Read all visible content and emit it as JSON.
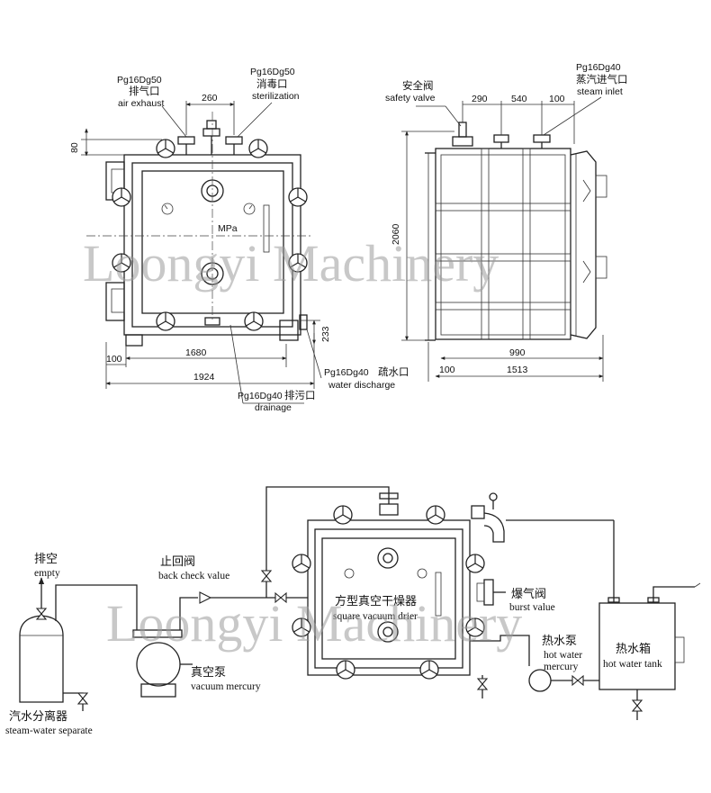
{
  "front_view": {
    "air_exhaust": {
      "spec": "Pg16Dg50",
      "cn": "排气口",
      "en": "air exhaust"
    },
    "sterilization": {
      "spec": "Pg16Dg50",
      "cn": "消毒口",
      "en": "sterilization"
    },
    "gauge_label": "MPa",
    "dims": {
      "top_spacing": "260",
      "top_height": "80",
      "inner_width": "1680",
      "left_offset": "100",
      "total_width": "1924",
      "outlet_height": "233"
    },
    "water_discharge": {
      "spec": "Pg16Dg40",
      "cn": "疏水口",
      "en": "water discharge"
    },
    "drainage": {
      "spec": "Pg16Dg40",
      "cn": "排污口",
      "en": "drainage"
    }
  },
  "side_view": {
    "safety_valve": {
      "cn": "安全阀",
      "en": "safety valve"
    },
    "steam_inlet": {
      "spec": "Pg16Dg40",
      "cn": "蒸汽进气口",
      "en": "steam inlet"
    },
    "dims": {
      "a": "290",
      "b": "540",
      "c": "100",
      "height": "2060",
      "depth": "990",
      "left_offset": "100",
      "total_depth": "1513"
    }
  },
  "flow": {
    "empty": {
      "cn": "排空",
      "en": "empty"
    },
    "back_check_valve": {
      "cn": "止回阀",
      "en": "back check value"
    },
    "dryer": {
      "cn": "方型真空干燥器",
      "en": "square vacuum drier"
    },
    "burst_valve": {
      "cn": "爆气阀",
      "en": "burst value"
    },
    "hot_water_pump": {
      "cn": "热水泵",
      "en1": "hot water",
      "en2": "mercury"
    },
    "hot_water_tank": {
      "cn": "热水箱",
      "en": "hot water tank"
    },
    "vacuum_pump": {
      "cn": "真空泵",
      "en": "vacuum mercury"
    },
    "separator": {
      "cn": "汽水分离器",
      "en": "steam-water separate"
    }
  },
  "watermark": "Loongyi Machinery"
}
